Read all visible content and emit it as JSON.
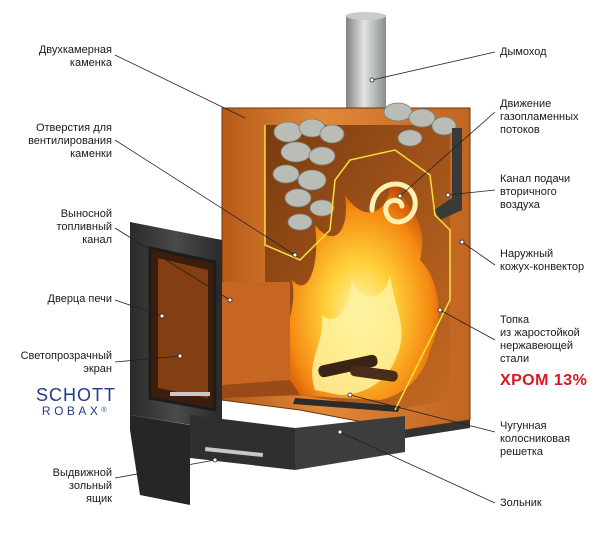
{
  "labels_left": {
    "kamenka": [
      "Двухкамерная",
      "каменка"
    ],
    "otverstiya": [
      "Отверстия для",
      "вентилирования",
      "каменки"
    ],
    "kanal": [
      "Выносной",
      "топливный",
      "канал"
    ],
    "dverca": [
      "Дверца печи"
    ],
    "ekran": [
      "Светопрозрачный",
      "экран"
    ],
    "yashchik": [
      "Выдвижной",
      "зольный",
      "ящик"
    ]
  },
  "labels_right": {
    "dymohod": [
      "Дымоход"
    ],
    "gazy": [
      "Движение",
      "газопламенных",
      "потоков"
    ],
    "vozduh": [
      "Канал подачи",
      "вторичного",
      "воздуха"
    ],
    "kozhuh": [
      "Наружный",
      "кожух-конвектор"
    ],
    "topka": [
      "Топка",
      "из жаростойкой",
      "нержавеющей",
      "стали"
    ],
    "reshetka": [
      "Чугунная",
      "колосниковая",
      "решетка"
    ],
    "zolnik": [
      "Зольник"
    ]
  },
  "badge": {
    "chrome": "ХРОМ 13%"
  },
  "logo": {
    "brand_top": "SCHOTT",
    "brand_bottom": "ROBAX"
  },
  "colors": {
    "casing_orange": "#d9782a",
    "casing_dark": "#3b3b3b",
    "flame_yellow": "#ffcc22",
    "flame_orange": "#f07a10",
    "stones": "#b9bdb5",
    "chimney": "#a9acad",
    "chrome_red": "#d71920",
    "logo_blue": "#1f3c8c"
  }
}
